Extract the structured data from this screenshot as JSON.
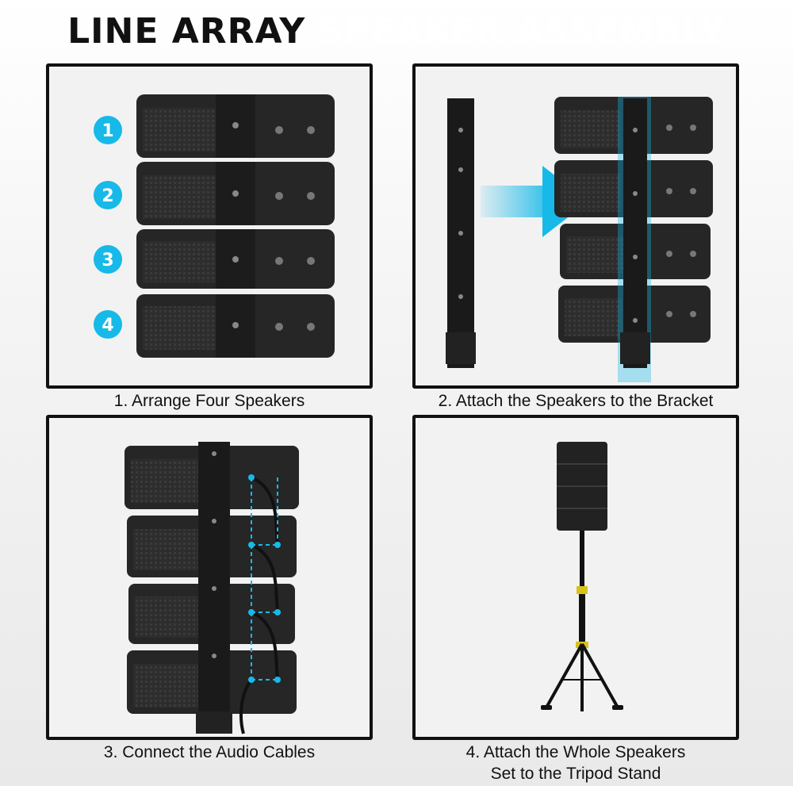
{
  "title": {
    "part1": "LINE ARRAY",
    "part2": "SPEAKER ASSEMBLY"
  },
  "steps": [
    {
      "caption": "1. Arrange Four Speakers",
      "numbers": [
        "1",
        "2",
        "3",
        "4"
      ]
    },
    {
      "caption": "2. Attach the Speakers to the Bracket"
    },
    {
      "caption": "3. Connect the Audio Cables"
    },
    {
      "caption_line1": "4. Attach the Whole Speakers",
      "caption_line2": "Set to the Tripod Stand"
    }
  ],
  "colors": {
    "accent": "#17b9e8",
    "speaker": "#2b2b2b",
    "bracket": "#1a1a1a",
    "clamp": "#d8c21a"
  }
}
